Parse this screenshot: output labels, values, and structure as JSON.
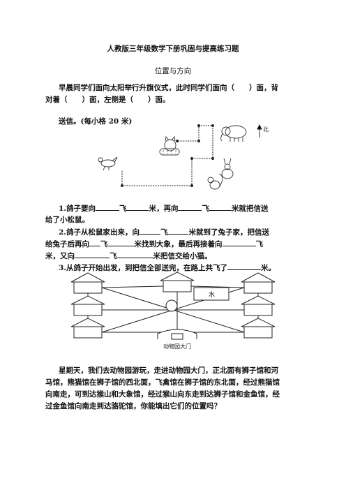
{
  "header": {
    "title": "人教版三年级数学下册巩固与提高练习题",
    "subtitle": "位置与方向"
  },
  "q1": {
    "line1": "早晨同学们面向太阳举行升旗仪式，此时同学们面向（　　）面，背",
    "line2": "对着（　　）面，左侧是（　　）面。"
  },
  "mail": {
    "heading": "送信。(每小格 20 米)",
    "north_label": "北",
    "icons": [
      "pigeon-icon",
      "cat-icon",
      "elephant-icon",
      "squirrel-icon",
      "rabbit-icon"
    ]
  },
  "questions": {
    "q1a": "1.鸽子要向",
    "q1b": "飞",
    "q1c": "米，再向",
    "q1d": "飞",
    "q1e": "米就把信送",
    "q1f": "给了小松鼠。",
    "q2a": "2.鸽子从松鼠家出来，向",
    "q2b": "飞",
    "q2c": "米就到了兔子家，把信送",
    "q2d": "给兔子后再向",
    "q2e": "飞",
    "q2f": "米找到大象，最后再接着向",
    "q2g": "飞",
    "q2h": "米，又向",
    "q2i": "飞",
    "q2j": "米把信交给小猫。",
    "q3a": "3.从鸽子开始出发，到把信全部送完，在路上共飞了",
    "q3b": "米。"
  },
  "zoo": {
    "water_label": "水",
    "gate_label": "动物园大门"
  },
  "story": {
    "line1": "星期天，我们去动物园游玩，走进动物园大门，正北面有狮子馆和河",
    "line2": "马馆，熊猫馆在狮子馆的西北面，飞禽馆在狮子馆的东北面，经过熊猫馆",
    "line3": "向南走，可到达猴山和大象馆，经过猴山向东走到达狮子馆和金鱼馆，经",
    "line4": "过金鱼馆向南走到达骆驼馆，你能填出它们的位置吗？"
  }
}
